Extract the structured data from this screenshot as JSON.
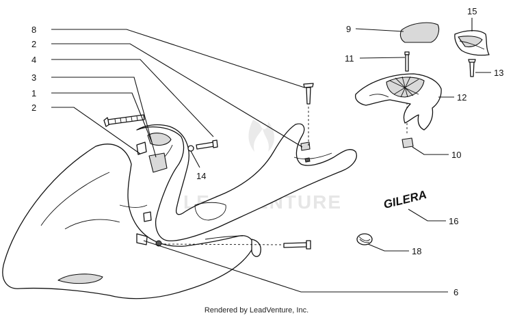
{
  "watermark": "LEADVENTURE",
  "logo": "GILERA",
  "footer": "Rendered by LeadVenture, Inc.",
  "callouts": {
    "c8": "8",
    "c2a": "2",
    "c4": "4",
    "c3": "3",
    "c1": "1",
    "c2b": "2",
    "c14": "14",
    "c6": "6",
    "c9": "9",
    "c15": "15",
    "c11": "11",
    "c13": "13",
    "c12": "12",
    "c10": "10",
    "c16": "16",
    "c18": "18"
  }
}
